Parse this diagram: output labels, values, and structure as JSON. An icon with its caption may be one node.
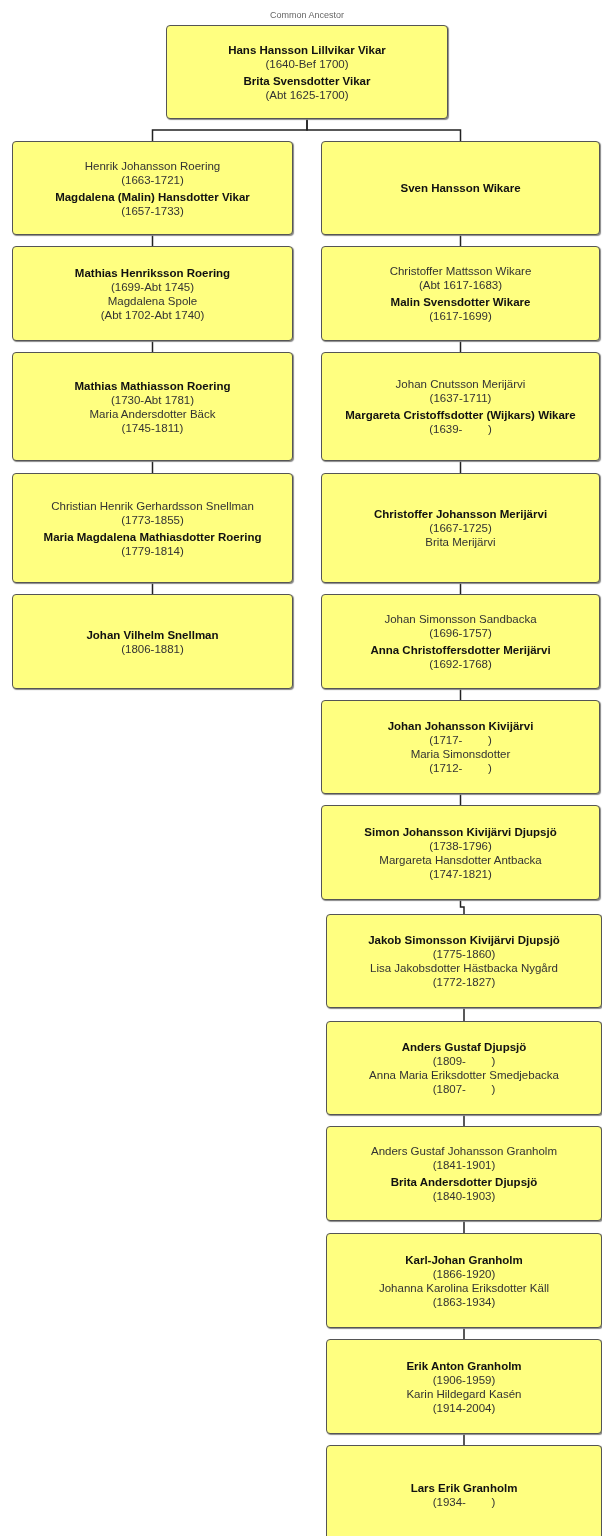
{
  "diagram": {
    "nodes": [
      {
        "text": [
          "Hans Hansson Lillvikar Vikar",
          "(1640-Bef 1700)",
          "Brita Svensdotter Vikar",
          "(Abt 1625-1700)"
        ],
        "beside": [
          "Common Ancestor"
        ]
      },
      {
        "text": [
          "Henrik Johansson Roering",
          "(1663-1721)",
          "Magdalena (Malin) Hansdotter Vikar",
          "(1657-1733)"
        ]
      },
      {
        "text": [
          "Sven Hansson Wikare"
        ]
      },
      {
        "text": [
          "Mathias Henriksson Roering",
          "(1699-Abt 1745)",
          "Magdalena Spole",
          "(Abt 1702-Abt 1740)"
        ]
      },
      {
        "text": [
          "Christoffer Mattsson Wikare",
          "(Abt 1617-1683)",
          "Malin Svensdotter Wikare",
          "(1617-1699)"
        ]
      },
      {
        "text": [
          "Mathias Mathiasson Roering",
          "(1730-Abt 1781)",
          "Maria Andersdotter Bäck",
          "(1745-1811)"
        ]
      },
      {
        "text": [
          "Johan Cnutsson Merijärvi",
          "(1637-1711)",
          "Margareta Cristoffsdotter (Wijkars) Wikare",
          "(1639-        )"
        ]
      },
      {
        "text": [
          "Christian Henrik Gerhardsson Snellman",
          "(1773-1855)",
          "Maria Magdalena Mathiasdotter Roering",
          "(1779-1814)"
        ]
      },
      {
        "text": [
          "Christoffer Johansson Merijärvi",
          "(1667-1725)",
          "Brita Merijärvi"
        ]
      },
      {
        "text": [
          "Johan Vilhelm Snellman",
          "(1806-1881)"
        ]
      },
      {
        "text": [
          "Johan Simonsson Sandbacka",
          "(1696-1757)",
          "Anna Christoffersdotter Merijärvi",
          "(1692-1768)"
        ]
      },
      {
        "text": [
          "Johan Johansson Kivijärvi",
          "(1717-        )",
          "Maria Simonsdotter",
          "(1712-        )"
        ]
      },
      {
        "text": [
          "Simon Johansson Kivijärvi Djupsjö",
          "(1738-1796)",
          "Margareta Hansdotter Antbacka",
          "(1747-1821)"
        ]
      },
      {
        "text": [
          "Jakob Simonsson Kivijärvi Djupsjö",
          "(1775-1860)",
          "Lisa Jakobsdotter Hästbacka Nygård",
          "(1772-1827)"
        ]
      },
      {
        "text": [
          "Anders Gustaf Djupsjö",
          "(1809-        )",
          "Anna Maria Eriksdotter Smedjebacka",
          "(1807-        )"
        ]
      },
      {
        "text": [
          "Anders Gustaf Johansson Granholm",
          "(1841-1901)",
          "Brita Andersdotter Djupsjö",
          "(1840-1903)"
        ]
      },
      {
        "text": [
          "Karl-Johan Granholm",
          "(1866-1920)",
          "Johanna Karolina Eriksdotter Käll",
          "(1863-1934)"
        ]
      },
      {
        "text": [
          "Erik Anton Granholm",
          "(1906-1959)",
          "Karin Hildegard Kasén",
          "(1914-2004)"
        ]
      },
      {
        "text": [
          "Lars Erik Granholm",
          "(1934-        )"
        ]
      }
    ],
    "edges": [
      {
        "from": 0,
        "to": 1,
        "arrow": "none"
      },
      {
        "from": 0,
        "to": 2,
        "arrow": "none"
      },
      {
        "from": 1,
        "to": 3,
        "arrow": "none"
      },
      {
        "from": 3,
        "to": 5,
        "arrow": "none"
      },
      {
        "from": 5,
        "to": 7,
        "arrow": "none"
      },
      {
        "from": 7,
        "to": 9,
        "arrow": "none"
      },
      {
        "from": 2,
        "to": 4,
        "arrow": "none"
      },
      {
        "from": 4,
        "to": 6,
        "arrow": "none"
      },
      {
        "from": 6,
        "to": 8,
        "arrow": "none"
      },
      {
        "from": 8,
        "to": 10,
        "arrow": "none"
      },
      {
        "from": 10,
        "to": 11,
        "arrow": "none"
      },
      {
        "from": 11,
        "to": 12,
        "arrow": "none"
      },
      {
        "from": 12,
        "to": 13,
        "arrow": "none"
      },
      {
        "from": 13,
        "to": 14,
        "arrow": "none"
      },
      {
        "from": 14,
        "to": 15,
        "arrow": "none"
      },
      {
        "from": 15,
        "to": 16,
        "arrow": "none"
      },
      {
        "from": 16,
        "to": 17,
        "arrow": "none"
      },
      {
        "from": 17,
        "to": 18,
        "arrow": "none"
      }
    ]
  }
}
